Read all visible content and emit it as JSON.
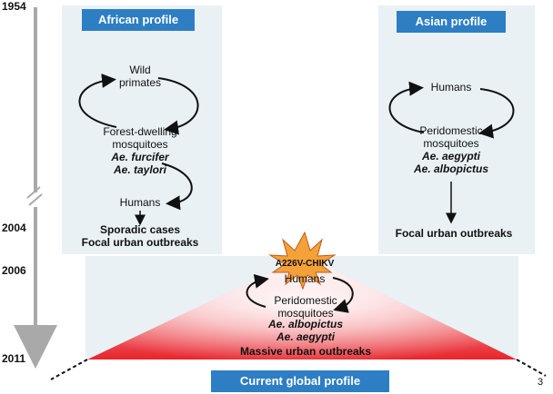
{
  "timeline": {
    "years": [
      "1954",
      "2004",
      "2006",
      "2011"
    ]
  },
  "african": {
    "title": "African profile",
    "wild_primates": [
      "Wild",
      "primates"
    ],
    "forest_mosquitoes": [
      "Forest-dwelling",
      "mosquitoes"
    ],
    "species": [
      "Ae. furcifer",
      "Ae. taylori"
    ],
    "humans": "Humans",
    "outcomes": [
      "Sporadic cases",
      "Focal urban outbreaks"
    ]
  },
  "asian": {
    "title": "Asian profile",
    "humans": "Humans",
    "peridomestic": [
      "Peridomestic",
      "mosquitoes"
    ],
    "species": [
      "Ae. aegypti",
      "Ae. albopictus"
    ],
    "outcome": "Focal urban outbreaks"
  },
  "global": {
    "title": "Current global profile",
    "mutation": "A226V-CHIKV",
    "humans": "Humans",
    "peridomestic": [
      "Peridomestic",
      "mosquitoes"
    ],
    "species": [
      "Ae. albopictus",
      "Ae. aegypti"
    ],
    "outcome": "Massive urban outbreaks",
    "colors": {
      "apex": "#ffffff",
      "base": "#e8242c",
      "burst": "#f4a13a"
    }
  },
  "page_number": "3"
}
